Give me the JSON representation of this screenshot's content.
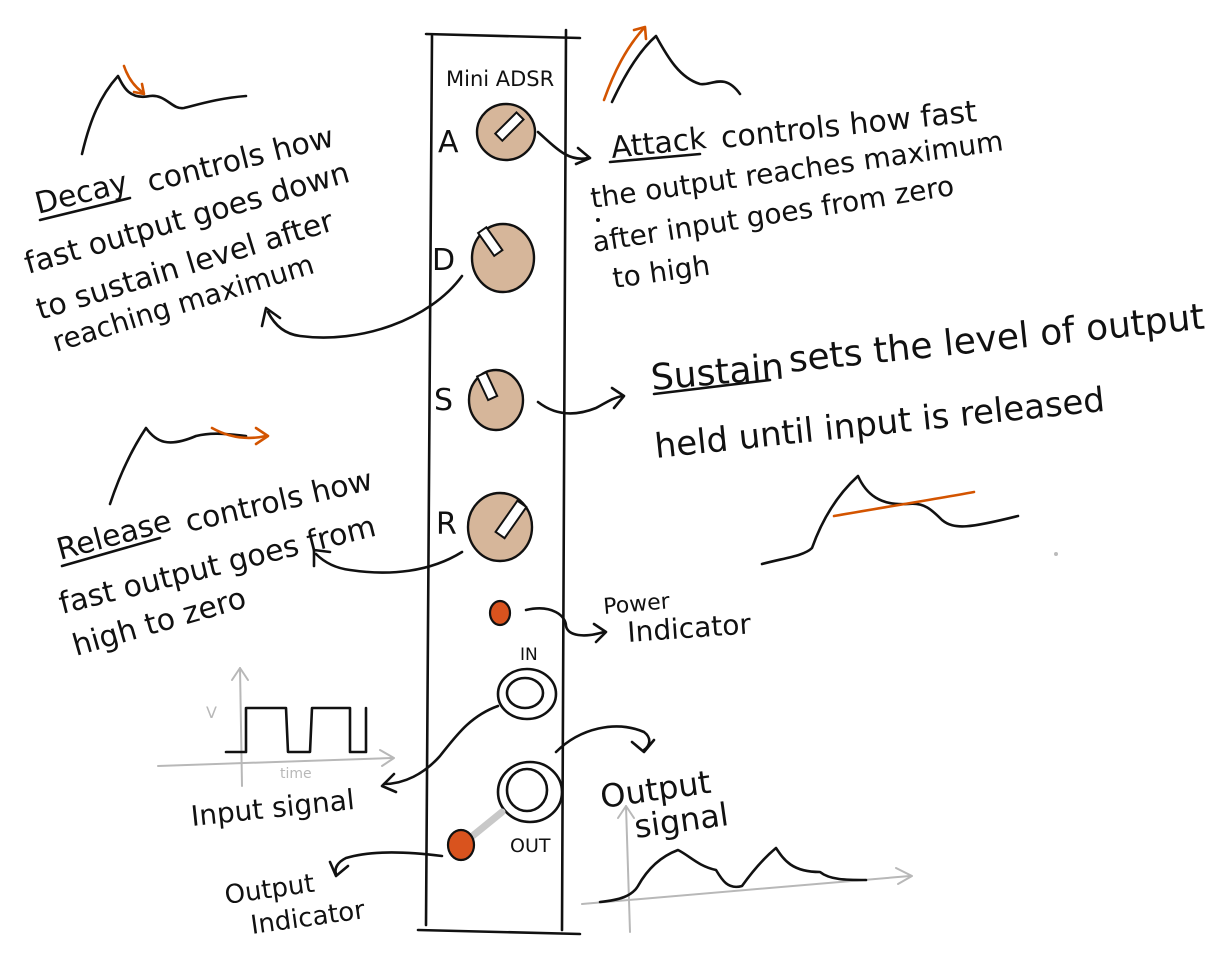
{
  "module": {
    "title": "Mini ADSR",
    "knobs": [
      {
        "letter": "A"
      },
      {
        "letter": "D"
      },
      {
        "letter": "S"
      },
      {
        "letter": "R"
      }
    ],
    "in_label": "IN",
    "out_label": "OUT"
  },
  "annotations": {
    "attack": {
      "keyword": "Attack",
      "lines": [
        "controls how fast",
        "the output reaches maximum",
        "after input goes from zero",
        "to high"
      ]
    },
    "decay": {
      "keyword": "Decay",
      "lines": [
        "controls how",
        "fast output goes down",
        "to sustain level after",
        "reaching maximum"
      ]
    },
    "sustain": {
      "keyword": "Sustain",
      "lines": [
        "sets the level of output",
        "held until input is released"
      ]
    },
    "release": {
      "keyword": "Release",
      "lines": [
        "controls how",
        "fast output goes from",
        "high to zero"
      ]
    },
    "power_indicator": [
      "Power",
      "Indicator"
    ],
    "input_signal": "Input signal",
    "input_axes": {
      "y": "V",
      "x": "time"
    },
    "output_signal": [
      "Output",
      "signal"
    ],
    "output_indicator": [
      "Output",
      "Indicator"
    ]
  },
  "colors": {
    "ink": "#111111",
    "accent": "#d35400",
    "knob": "#d6b69a",
    "led": "#d9531e",
    "axis": "#b8b8b8"
  }
}
